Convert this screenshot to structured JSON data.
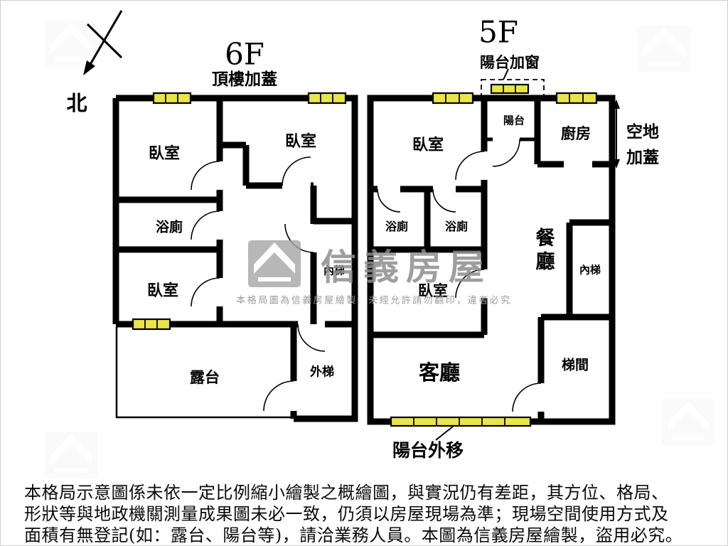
{
  "colors": {
    "wall": "#000000",
    "window": "#e9e44a",
    "watermark_gray": "#8d8d8d"
  },
  "compass": {
    "north_label": "北"
  },
  "plan_6f": {
    "title": "6F",
    "subtitle": "頂樓加蓋",
    "rooms": {
      "bedroom_top_left": "臥室",
      "bedroom_top_right": "臥室",
      "bathroom": "浴廁",
      "bedroom_lower": "臥室",
      "inner_stairs": "內梯",
      "terrace": "露台",
      "outer_stairs": "外梯"
    }
  },
  "plan_5f": {
    "title": "5F",
    "subtitle": "陽台加窗",
    "rooms": {
      "bedroom_top": "臥室",
      "balcony": "陽台",
      "kitchen": "廚房",
      "bathroom_left": "浴廁",
      "bathroom_right": "浴廁",
      "dining": "餐廳",
      "inner_stairs": "內梯",
      "bedroom_middle": "臥室",
      "living": "客廳",
      "stair_hall": "梯間"
    },
    "annotations": {
      "open_space_line1": "空地",
      "open_space_line2": "加蓋",
      "balcony_extended": "陽台外移"
    }
  },
  "watermark": {
    "brand": "信義房屋",
    "notice": "本格局圖為信義房屋繪製　未經允許請勿翻印，違者必究"
  },
  "disclaimer": {
    "line1": "本格局示意圖係未依一定比例縮小繪製之概繪圖，與實況仍有差距，其方位、格局、",
    "line2": "形狀等與地政機關測量成果圖未必一致，仍須以房屋現場為準；現場空間使用方式及",
    "line3": "面積有無登記(如：露台、陽台等)，請洽業務人員。本圖為信義房屋繪製，盜用必究。"
  }
}
